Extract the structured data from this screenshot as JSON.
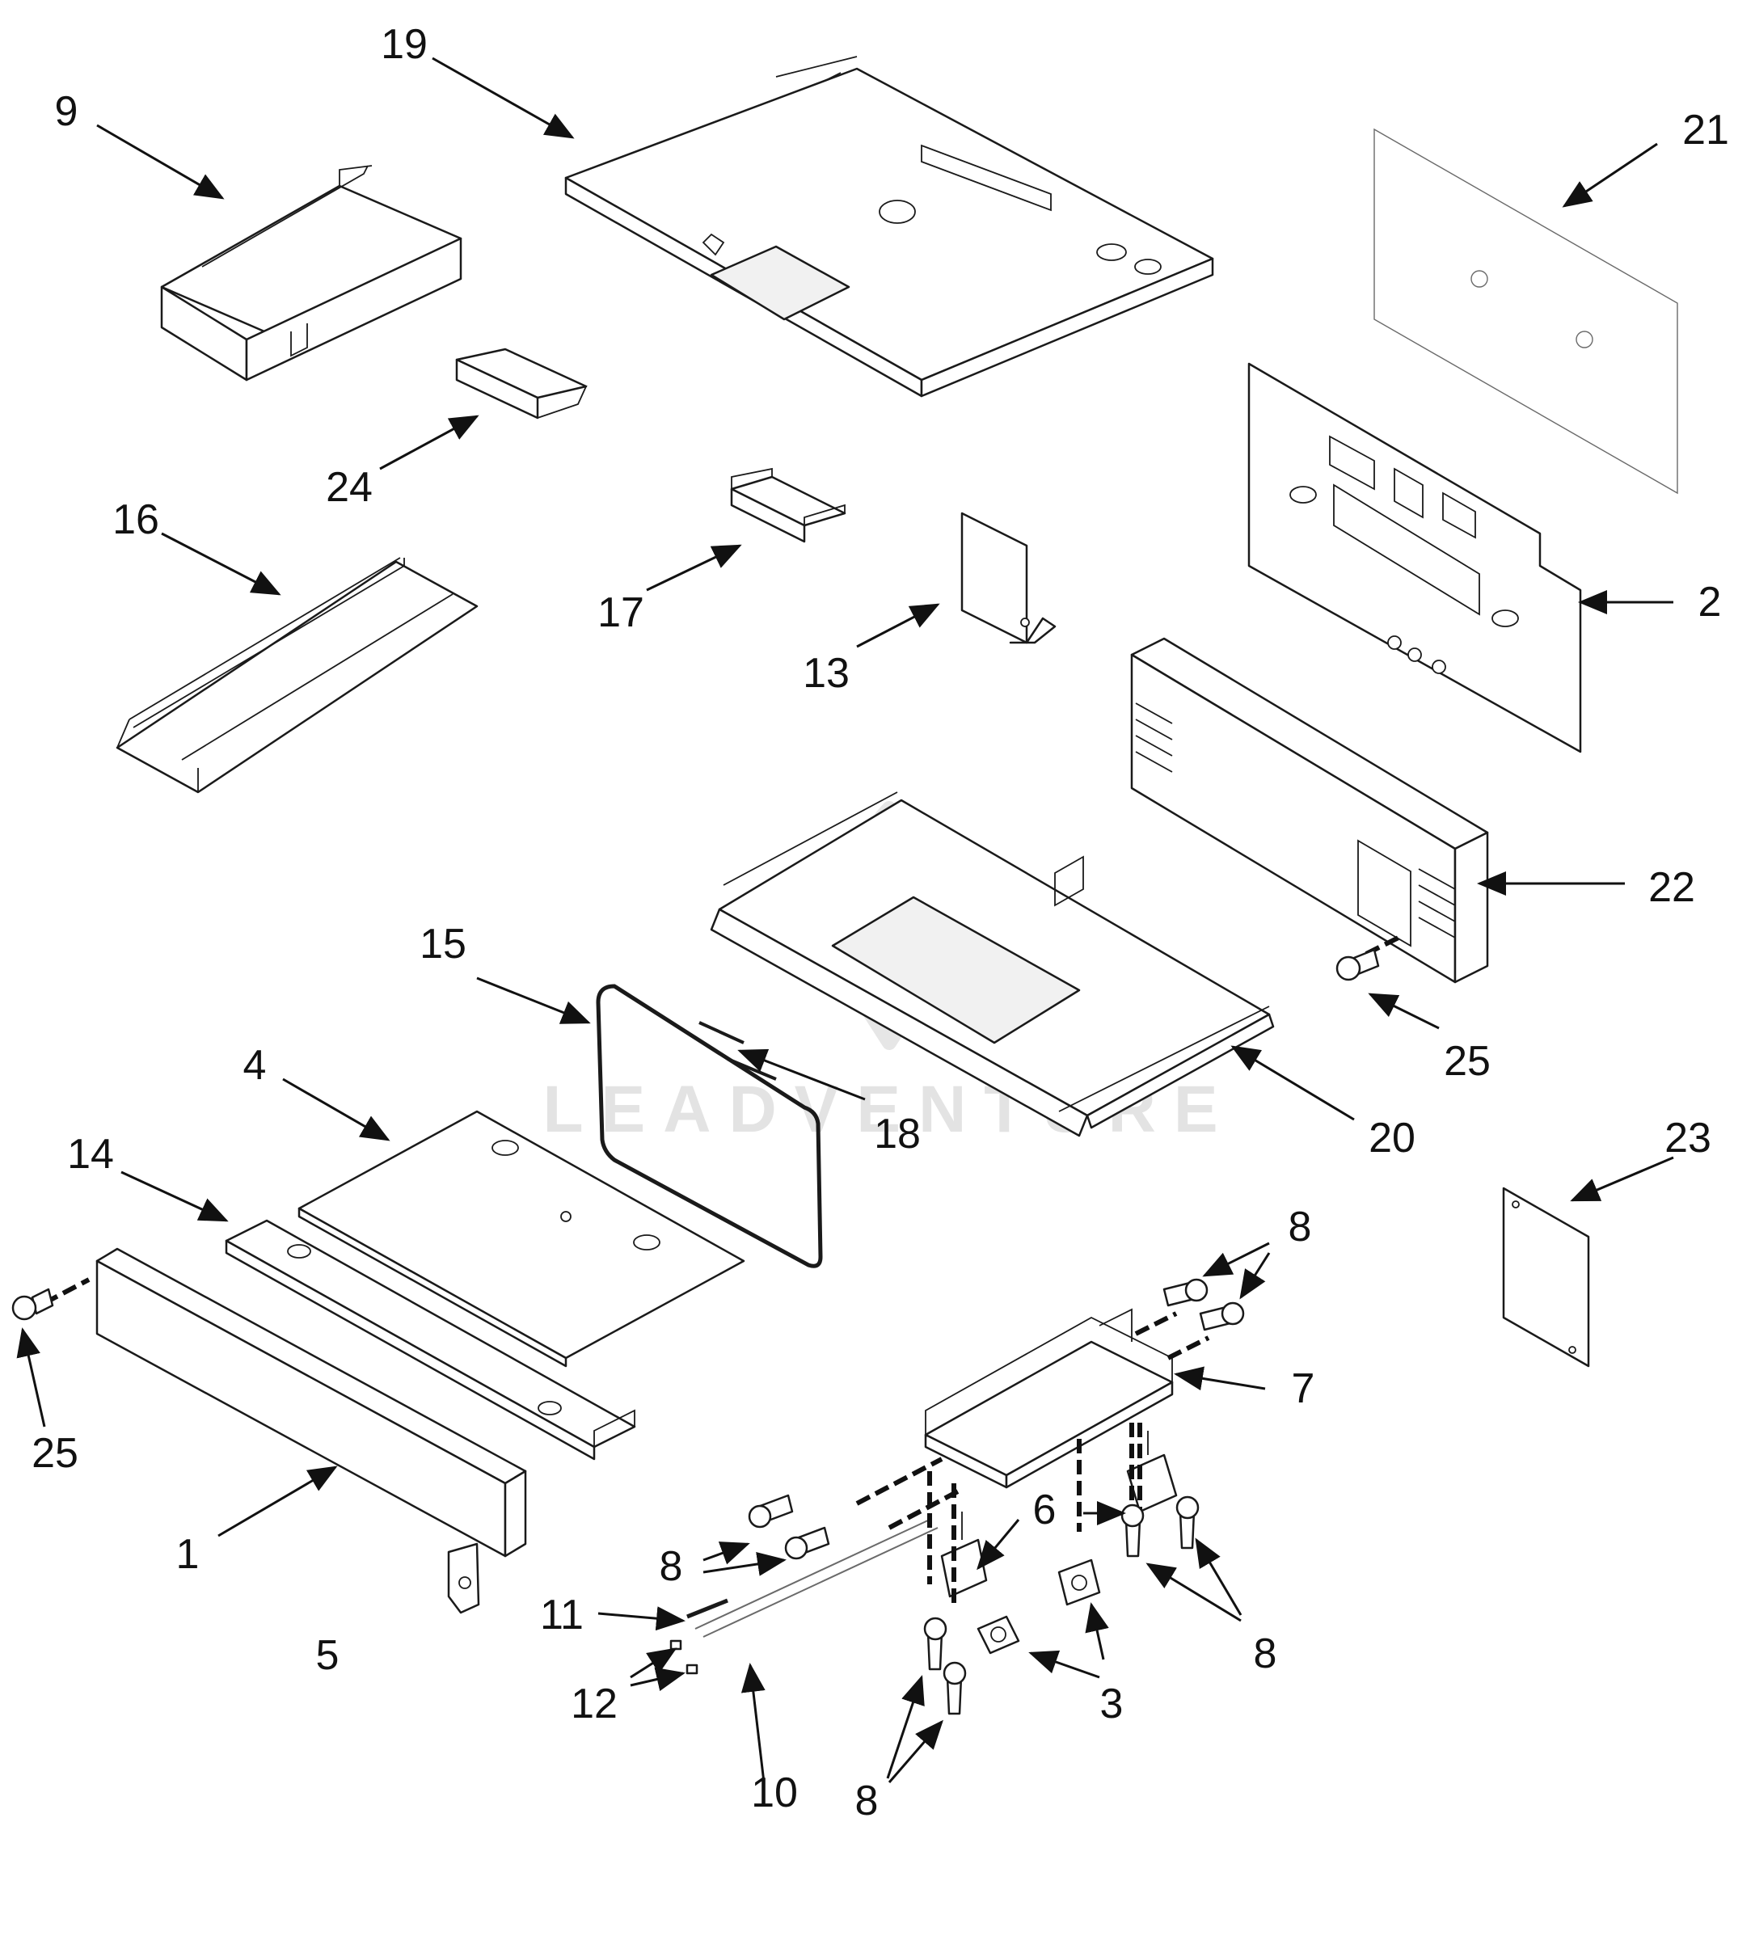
{
  "watermark": {
    "text": "LEADVENTURE"
  },
  "callouts": [
    {
      "id": "1",
      "label": "1"
    },
    {
      "id": "2",
      "label": "2"
    },
    {
      "id": "3",
      "label": "3"
    },
    {
      "id": "4",
      "label": "4"
    },
    {
      "id": "5",
      "label": "5"
    },
    {
      "id": "6",
      "label": "6"
    },
    {
      "id": "7",
      "label": "7"
    },
    {
      "id": "8",
      "label": "8"
    },
    {
      "id": "9",
      "label": "9"
    },
    {
      "id": "10",
      "label": "10"
    },
    {
      "id": "11",
      "label": "11"
    },
    {
      "id": "12",
      "label": "12"
    },
    {
      "id": "13",
      "label": "13"
    },
    {
      "id": "14",
      "label": "14"
    },
    {
      "id": "15",
      "label": "15"
    },
    {
      "id": "16",
      "label": "16"
    },
    {
      "id": "17",
      "label": "17"
    },
    {
      "id": "18",
      "label": "18"
    },
    {
      "id": "19",
      "label": "19"
    },
    {
      "id": "20",
      "label": "20"
    },
    {
      "id": "21",
      "label": "21"
    },
    {
      "id": "22",
      "label": "22"
    },
    {
      "id": "23",
      "label": "23"
    },
    {
      "id": "24",
      "label": "24"
    },
    {
      "id": "25",
      "label": "25"
    }
  ]
}
